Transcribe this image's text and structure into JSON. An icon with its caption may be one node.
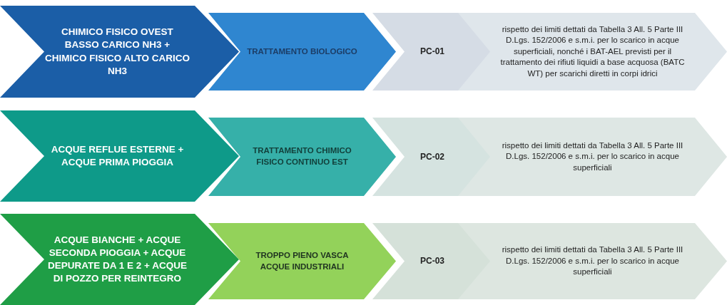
{
  "diagram": {
    "nodes": [
      {
        "text": [
          "CHIMICO FISICO OVEST BASSO CARICO NH3 + CHIMICO FISICO ALTO CARICO NH3"
        ]
      },
      {
        "text": [
          "TRATTAMENTO BIOLOGICO"
        ]
      },
      {
        "text": [
          "PC-01"
        ]
      },
      {
        "text": [
          "rispetto dei limiti dettati da Tabella 3 All. 5 Parte III D.Lgs. 152/2006 e s.m.i. per lo scarico in acque superficiali, nonché i BAT-AEL previsti per il trattamento dei rifiuti liquidi a base acquosa (BATC WT) per scarichi diretti in corpi idrici"
        ]
      },
      {
        "text": [
          "ACQUE REFLUE ESTERNE + ACQUE PRIMA PIOGGIA"
        ]
      },
      {
        "text": [
          "TRATTAMENTO CHIMICO FISICO CONTINUO EST"
        ]
      },
      {
        "text": [
          "PC-02"
        ]
      },
      {
        "text": [
          "rispetto dei limiti dettati da Tabella 3 All. 5 Parte III D.Lgs. 152/2006 e s.m.i. per lo scarico in acque superficiali"
        ]
      },
      {
        "text": [
          "ACQUE BIANCHE + ACQUE SECONDA PIOGGIA + ACQUE DEPURATE DA 1 E 2 + ACQUE DI POZZO PER REINTEGRO"
        ]
      },
      {
        "text": [
          "TROPPO PIENO VASCA ACQUE INDUSTRIALI"
        ]
      },
      {
        "text": [
          "PC-03"
        ]
      },
      {
        "text": [
          "rispetto dei limiti dettati da Tabella 3 All. 5 Parte III D.Lgs. 152/2006 e s.m.i. per lo scarico in acque superficiali"
        ]
      }
    ]
  }
}
